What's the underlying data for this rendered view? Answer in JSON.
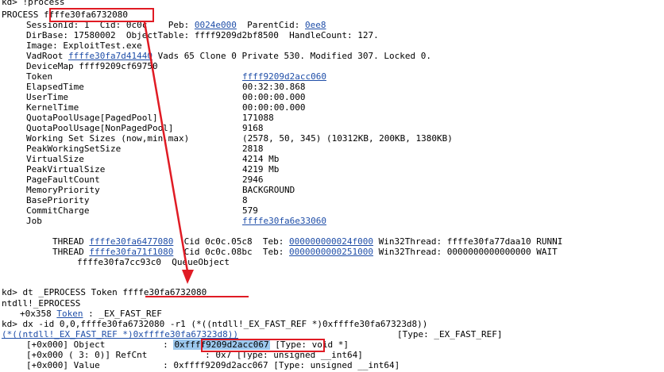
{
  "window": {
    "background": "#ffffff",
    "text_color": "#000000",
    "link_color": "#1f4ea8",
    "annotation_color": "#e01b24",
    "selection_color": "#9cc8ee"
  },
  "lines": {
    "cmd_process": "kd> !process",
    "process_label": "PROCESS ",
    "process_addr": "ffffe30fa6732080",
    "session_a": "SessionId: 1  Cid: 0c0c    Peb: ",
    "session_peb": "0024e000",
    "session_b": "  ParentCid: ",
    "session_parent": "0ee8",
    "dirbase": "DirBase: 17580002  ObjectTable: ffff9209d2bf8500  HandleCount: 127.",
    "image": "Image: ExploitTest.exe",
    "vadroot_a": "VadRoot ",
    "vadroot_link": "ffffe30fa7d41440",
    "vadroot_b": " Vads 65 Clone 0 Private 530. Modified 307. Locked 0.",
    "devicemap": "DeviceMap ffff9209cf69750",
    "token_key": "Token",
    "token_link": "ffff9209d2acc060",
    "fields": [
      {
        "key": "ElapsedTime",
        "value": "00:32:30.868"
      },
      {
        "key": "UserTime",
        "value": "00:00:00.000"
      },
      {
        "key": "KernelTime",
        "value": "00:00:00.000"
      },
      {
        "key": "QuotaPoolUsage[PagedPool]",
        "value": "171088"
      },
      {
        "key": "QuotaPoolUsage[NonPagedPool]",
        "value": "9168"
      },
      {
        "key": "Working Set Sizes (now,min,max)",
        "value": "(2578, 50, 345) (10312KB, 200KB, 1380KB)"
      },
      {
        "key": "PeakWorkingSetSize",
        "value": "2818"
      },
      {
        "key": "VirtualSize",
        "value": "4214 Mb"
      },
      {
        "key": "PeakVirtualSize",
        "value": "4219 Mb"
      },
      {
        "key": "PageFaultCount",
        "value": "2946"
      },
      {
        "key": "MemoryPriority",
        "value": "BACKGROUND"
      },
      {
        "key": "BasePriority",
        "value": "8"
      },
      {
        "key": "CommitCharge",
        "value": "579"
      }
    ],
    "job_key": "Job",
    "job_link": "ffffe30fa6e33060",
    "threads": [
      {
        "pre": "THREAD ",
        "addr": "ffffe30fa6477080",
        "mid": "  Cid 0c0c.05c8  Teb: ",
        "teb": "000000000024f000",
        "tail": " Win32Thread: ffffe30fa77daa10 RUNNI"
      },
      {
        "pre": "THREAD ",
        "addr": "ffffe30fa71f1080",
        "mid": "  Cid 0c0c.08bc  Teb: ",
        "teb": "0000000000251000",
        "tail": " Win32Thread: 0000000000000000 WAIT"
      }
    ],
    "queue_object": "ffffe30fa7cc93c0  QueueObject",
    "cmd_dt_a": "kd> dt _EPROCESS Token ",
    "cmd_dt_addr": "ffffe30fa6732080",
    "eprocess": "ntdll!_EPROCESS",
    "token_off_a": "+0x358 ",
    "token_off_link": "Token",
    "token_off_b": " : _EX_FAST_REF",
    "cmd_dx": "kd> dx -id 0,0,ffffe30fa6732080 -r1 (*((ntdll!_EX_FAST_REF *)0xffffe30fa67323d8))",
    "dx_link": "(*((ntdll!_EX_FAST_REF *)0xffffe30fa67323d8))",
    "dx_type": "[Type: _EX_FAST_REF]",
    "obj_a": "[+0x000] Object           : ",
    "obj_val": "0xffff9209d2acc067",
    "obj_b": " [Type: void *]",
    "refcnt": "[+0x000 ( 3: 0)] RefCnt           : 0x7 [Type: unsigned __int64]",
    "value_row": "[+0x000] Value            : 0xffff9209d2acc067 [Type: unsigned __int64]"
  }
}
